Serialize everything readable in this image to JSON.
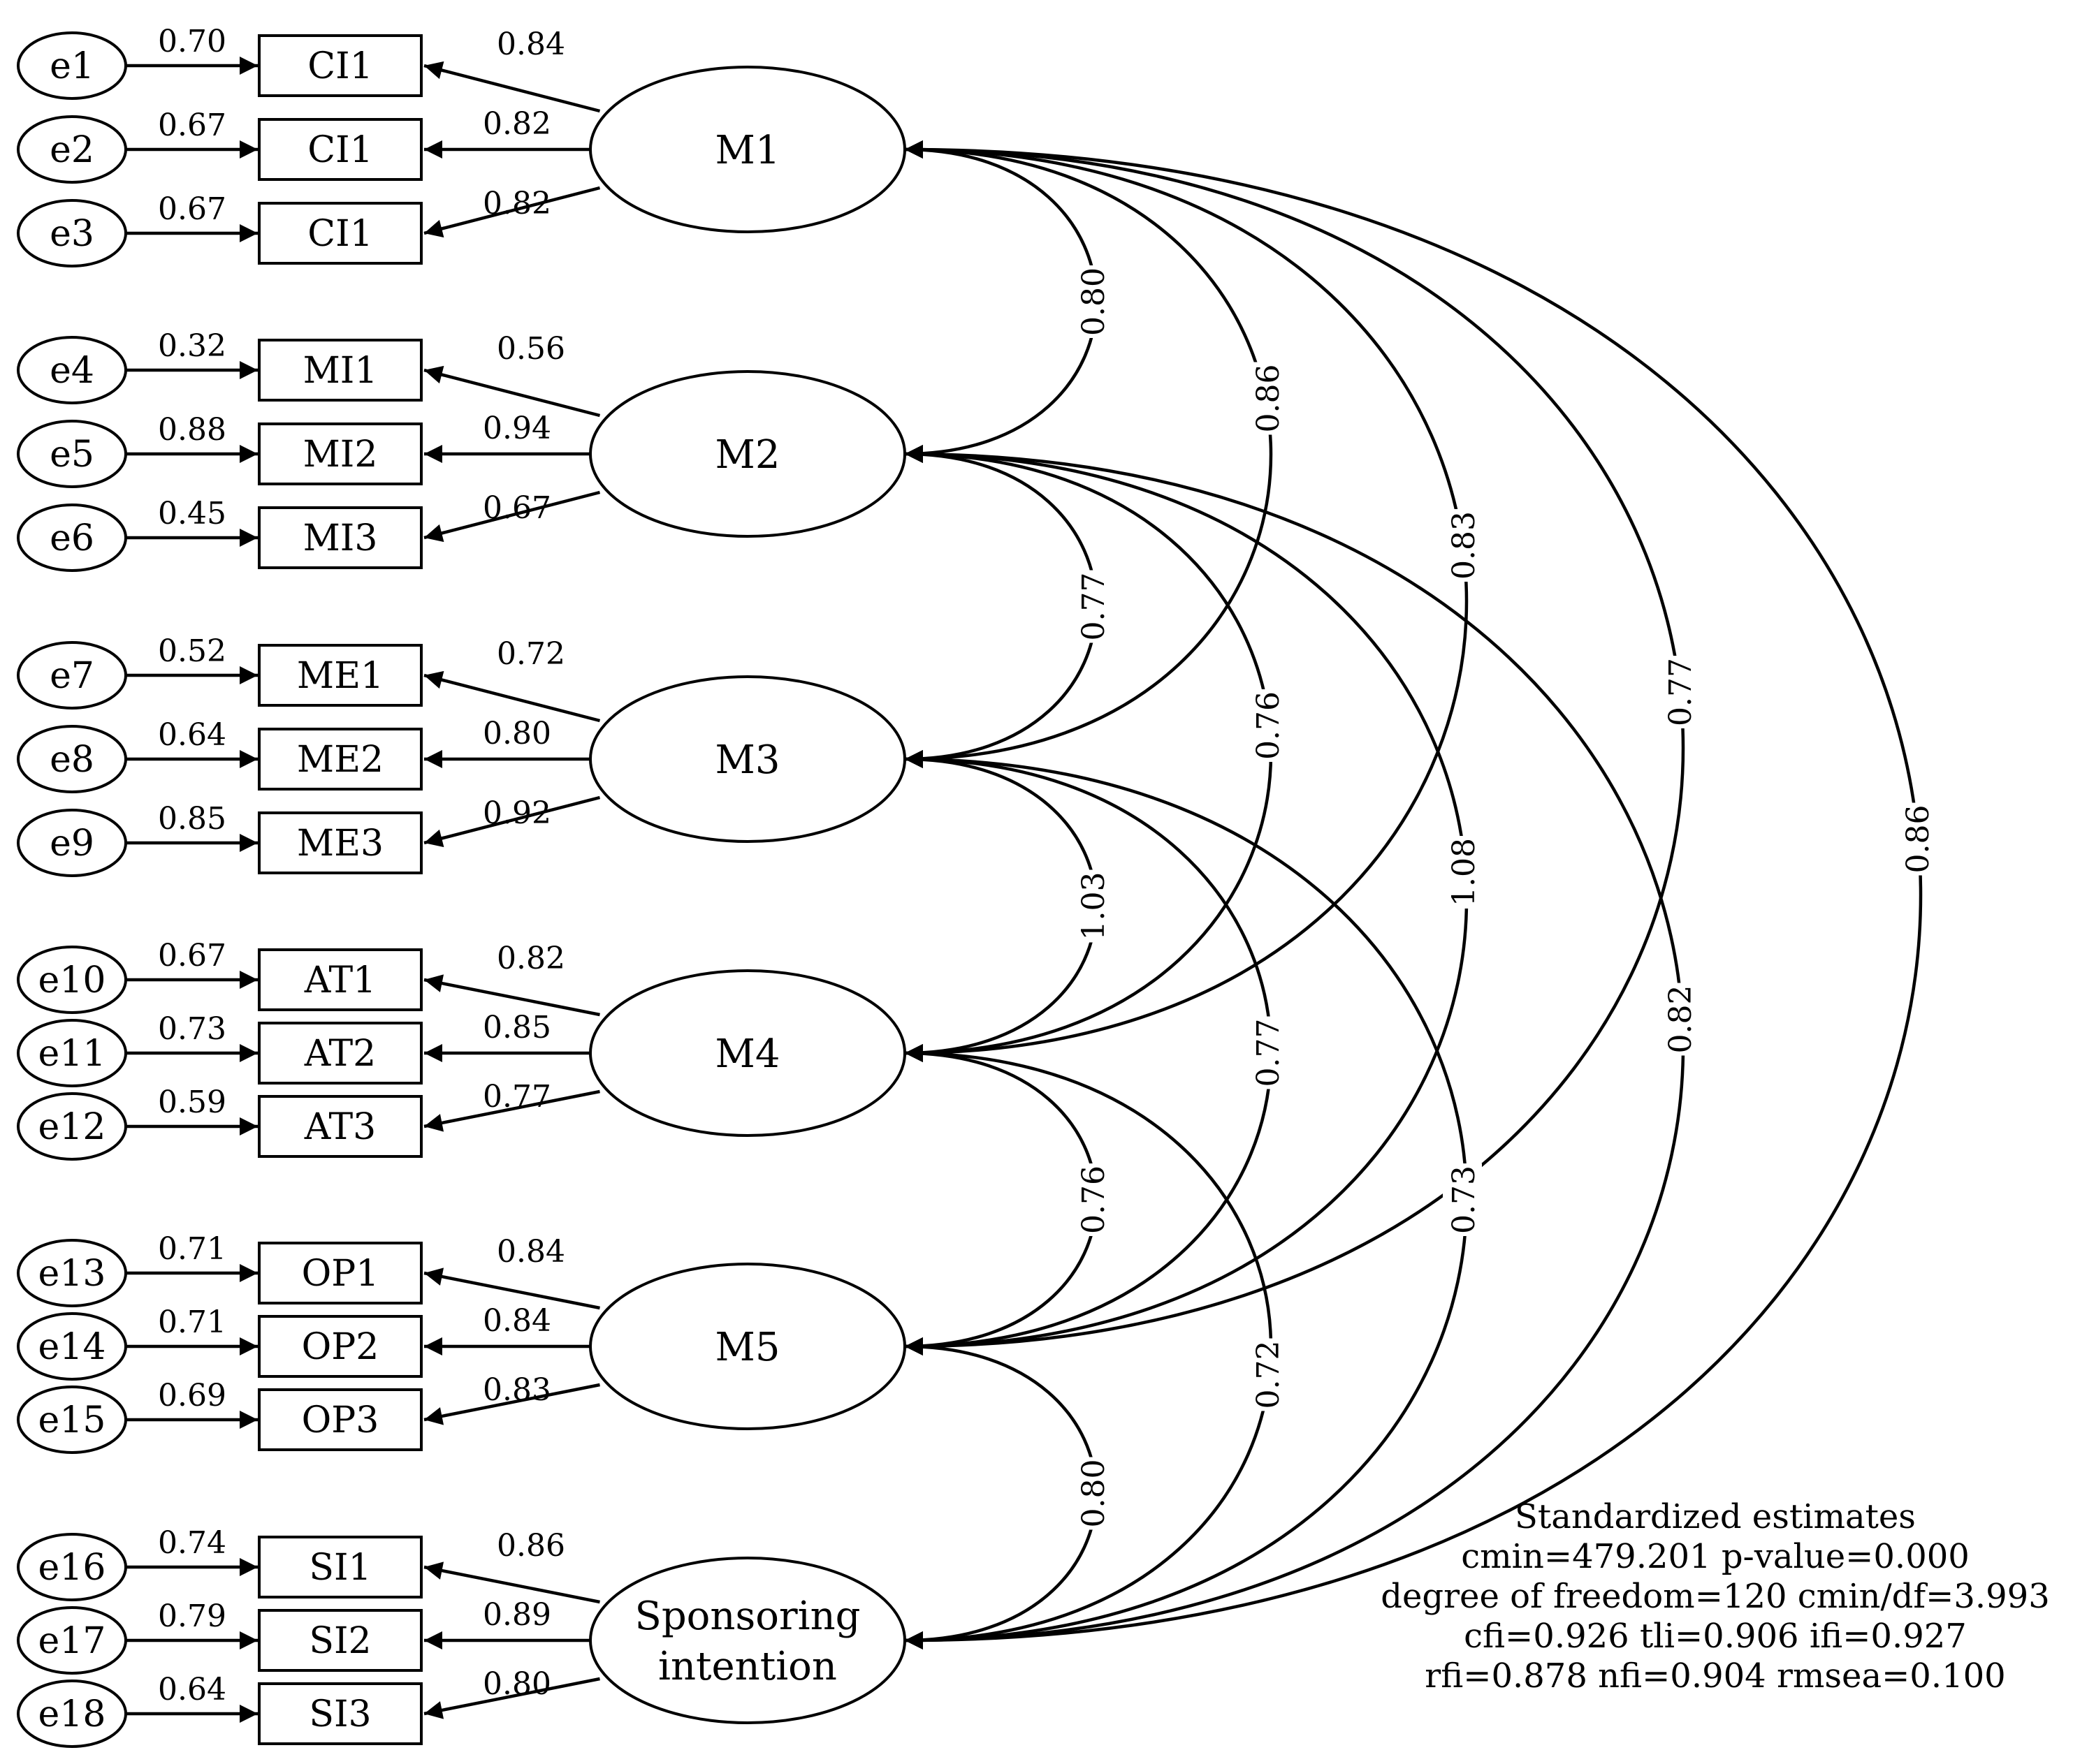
{
  "latents": [
    {
      "id": "M1",
      "lines": [
        "M1"
      ],
      "indicators": [
        {
          "err": "e1",
          "name": "CI1",
          "err_est": "0.70",
          "loading": "0.84"
        },
        {
          "err": "e2",
          "name": "CI1",
          "err_est": "0.67",
          "loading": "0.82"
        },
        {
          "err": "e3",
          "name": "CI1",
          "err_est": "0.67",
          "loading": "0.82"
        }
      ]
    },
    {
      "id": "M2",
      "lines": [
        "M2"
      ],
      "indicators": [
        {
          "err": "e4",
          "name": "MI1",
          "err_est": "0.32",
          "loading": "0.56"
        },
        {
          "err": "e5",
          "name": "MI2",
          "err_est": "0.88",
          "loading": "0.94"
        },
        {
          "err": "e6",
          "name": "MI3",
          "err_est": "0.45",
          "loading": "0.67"
        }
      ]
    },
    {
      "id": "M3",
      "lines": [
        "M3"
      ],
      "indicators": [
        {
          "err": "e7",
          "name": "ME1",
          "err_est": "0.52",
          "loading": "0.72"
        },
        {
          "err": "e8",
          "name": "ME2",
          "err_est": "0.64",
          "loading": "0.80"
        },
        {
          "err": "e9",
          "name": "ME3",
          "err_est": "0.85",
          "loading": "0.92"
        }
      ]
    },
    {
      "id": "M4",
      "lines": [
        "M4"
      ],
      "indicators": [
        {
          "err": "e10",
          "name": "AT1",
          "err_est": "0.67",
          "loading": "0.82"
        },
        {
          "err": "e11",
          "name": "AT2",
          "err_est": "0.73",
          "loading": "0.85"
        },
        {
          "err": "e12",
          "name": "AT3",
          "err_est": "0.59",
          "loading": "0.77"
        }
      ]
    },
    {
      "id": "M5",
      "lines": [
        "M5"
      ],
      "indicators": [
        {
          "err": "e13",
          "name": "OP1",
          "err_est": "0.71",
          "loading": "0.84"
        },
        {
          "err": "e14",
          "name": "OP2",
          "err_est": "0.71",
          "loading": "0.84"
        },
        {
          "err": "e15",
          "name": "OP3",
          "err_est": "0.69",
          "loading": "0.83"
        }
      ]
    },
    {
      "id": "SI",
      "lines": [
        "Sponsoring",
        "intention"
      ],
      "indicators": [
        {
          "err": "e16",
          "name": "SI1",
          "err_est": "0.74",
          "loading": "0.86"
        },
        {
          "err": "e17",
          "name": "SI2",
          "err_est": "0.79",
          "loading": "0.89"
        },
        {
          "err": "e18",
          "name": "SI3",
          "err_est": "0.64",
          "loading": "0.80"
        }
      ]
    }
  ],
  "correlations": [
    {
      "from": 0,
      "to": 1,
      "value": "0.80"
    },
    {
      "from": 0,
      "to": 2,
      "value": "0.86"
    },
    {
      "from": 0,
      "to": 3,
      "value": "0.83"
    },
    {
      "from": 0,
      "to": 4,
      "value": "0.77"
    },
    {
      "from": 0,
      "to": 5,
      "value": "0.86"
    },
    {
      "from": 1,
      "to": 2,
      "value": "0.77"
    },
    {
      "from": 1,
      "to": 3,
      "value": "0.76"
    },
    {
      "from": 1,
      "to": 4,
      "value": "1.08"
    },
    {
      "from": 1,
      "to": 5,
      "value": "0.82"
    },
    {
      "from": 2,
      "to": 3,
      "value": "1.03"
    },
    {
      "from": 2,
      "to": 4,
      "value": "0.77"
    },
    {
      "from": 2,
      "to": 5,
      "value": "0.73"
    },
    {
      "from": 3,
      "to": 4,
      "value": "0.76"
    },
    {
      "from": 3,
      "to": 5,
      "value": "0.72"
    },
    {
      "from": 4,
      "to": 5,
      "value": "0.80"
    }
  ],
  "fit_stats": {
    "title": "Standardized estimates",
    "line1": "cmin=479.201   p-value=0.000",
    "line2": "degree of freedom=120   cmin/df=3.993",
    "line3": "cfi=0.926   tli=0.906   ifi=0.927",
    "line4": "rfi=0.878   nfi=0.904   rmsea=0.100"
  }
}
